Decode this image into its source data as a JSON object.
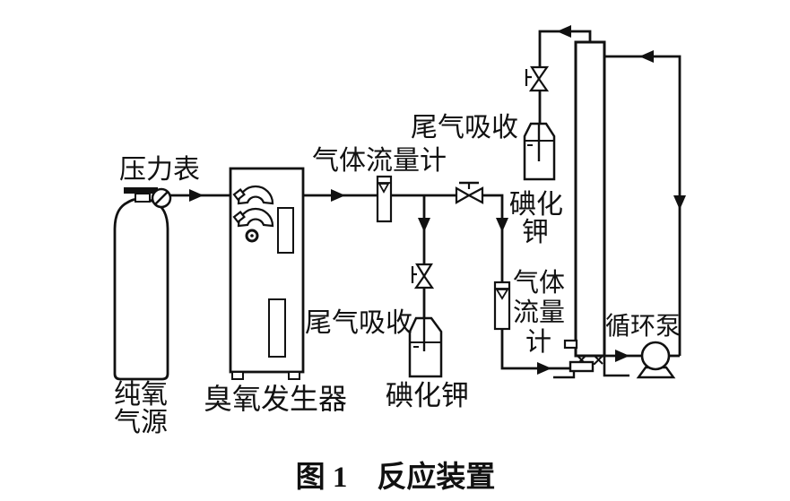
{
  "diagram": {
    "caption": "图 1　反应装置",
    "labels": {
      "pressure_gauge": "压力表",
      "oxygen_source": [
        "纯氧",
        "气源"
      ],
      "ozone_generator": "臭氧发生器",
      "flow_meter_top": "气体流量计",
      "tail_gas_top": "尾气吸收",
      "tail_gas_left": "尾气吸收",
      "ki_bottom": "碘化钾",
      "ki_right": [
        "碘化",
        "钾"
      ],
      "flow_meter_right": [
        "气体",
        "流量",
        "计"
      ],
      "pump": "循环泵"
    },
    "colors": {
      "line": "#111111",
      "background": "#ffffff"
    }
  }
}
